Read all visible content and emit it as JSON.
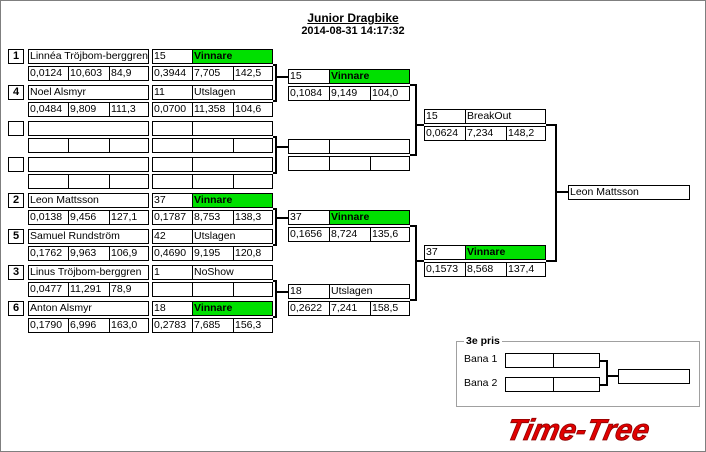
{
  "title": "Junior Dragbike",
  "datetime": "2014-08-31 14:17:32",
  "seeds": [
    "1",
    "4",
    "",
    "",
    "2",
    "5",
    "3",
    "6"
  ],
  "round1": [
    {
      "name": "Linnéa Tröjbom-berggren",
      "rt": "0,0124",
      "et": "10,603",
      "speed": "84,9",
      "lane": "15",
      "result": "Vinnare",
      "rt2": "0,3944",
      "et2": "7,705",
      "speed2": "142,5",
      "winner": true
    },
    {
      "name": "Noel Alsmyr",
      "rt": "0,0484",
      "et": "9,809",
      "speed": "111,3",
      "lane": "11",
      "result": "Utslagen",
      "rt2": "0,0700",
      "et2": "11,358",
      "speed2": "104,6",
      "winner": false
    },
    {
      "name": "",
      "rt": "",
      "et": "",
      "speed": "",
      "lane": "",
      "result": "",
      "rt2": "",
      "et2": "",
      "speed2": "",
      "winner": false
    },
    {
      "name": "",
      "rt": "",
      "et": "",
      "speed": "",
      "lane": "",
      "result": "",
      "rt2": "",
      "et2": "",
      "speed2": "",
      "winner": false
    },
    {
      "name": "Leon Mattsson",
      "rt": "0,0138",
      "et": "9,456",
      "speed": "127,1",
      "lane": "37",
      "result": "Vinnare",
      "rt2": "0,1787",
      "et2": "8,753",
      "speed2": "138,3",
      "winner": true
    },
    {
      "name": "Samuel Rundström",
      "rt": "0,1762",
      "et": "9,963",
      "speed": "106,9",
      "lane": "42",
      "result": "Utslagen",
      "rt2": "0,4690",
      "et2": "9,195",
      "speed2": "120,8",
      "winner": false
    },
    {
      "name": "Linus Tröjbom-berggren",
      "rt": "0,0477",
      "et": "11,291",
      "speed": "78,9",
      "lane": "1",
      "result": "NoShow",
      "rt2": "",
      "et2": "",
      "speed2": "",
      "winner": false
    },
    {
      "name": "Anton Alsmyr",
      "rt": "0,1790",
      "et": "6,996",
      "speed": "163,0",
      "lane": "18",
      "result": "Vinnare",
      "rt2": "0,2783",
      "et2": "7,685",
      "speed2": "156,3",
      "winner": true
    }
  ],
  "round2": [
    {
      "lane": "15",
      "result": "Vinnare",
      "rt": "0,1084",
      "et": "9,149",
      "speed": "104,0",
      "winner": true
    },
    {
      "lane": "",
      "result": "",
      "rt": "",
      "et": "",
      "speed": "",
      "winner": false
    },
    {
      "lane": "37",
      "result": "Vinnare",
      "rt": "0,1656",
      "et": "8,724",
      "speed": "135,6",
      "winner": true
    },
    {
      "lane": "18",
      "result": "Utslagen",
      "rt": "0,2622",
      "et": "7,241",
      "speed": "158,5",
      "winner": false
    }
  ],
  "round3": [
    {
      "lane": "15",
      "result": "BreakOut",
      "rt": "0,0624",
      "et": "7,234",
      "speed": "148,2",
      "winner": false
    },
    {
      "lane": "37",
      "result": "Vinnare",
      "rt": "0,1573",
      "et": "8,568",
      "speed": "137,4",
      "winner": true
    }
  ],
  "champion": "Leon Mattsson",
  "third_prize": {
    "title": "3e pris",
    "lane1": "Bana 1",
    "lane2": "Bana 2"
  },
  "logo_text": "Time-Tree",
  "colors": {
    "winner": "#00e000",
    "logo": "#e00000"
  }
}
